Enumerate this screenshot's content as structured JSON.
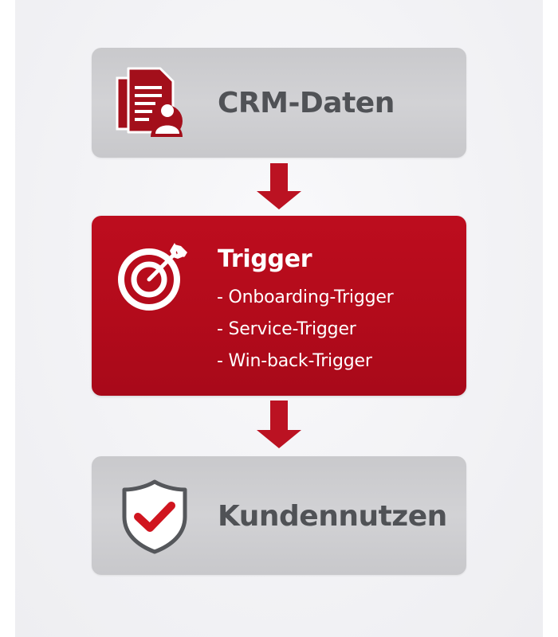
{
  "colors": {
    "accent_red": "#b30b1b",
    "grey_box": "#cdcdd0",
    "grey_text": "#505256",
    "white": "#ffffff"
  },
  "flow": {
    "step1": {
      "icon": "crm-document-user-icon",
      "title": "CRM-Daten"
    },
    "arrow1": {
      "icon": "arrow-down-icon"
    },
    "step2": {
      "icon": "target-dart-icon",
      "title": "Trigger",
      "items": [
        "- Onboarding-Trigger",
        "- Service-Trigger",
        "- Win-back-Trigger"
      ]
    },
    "arrow2": {
      "icon": "arrow-down-icon"
    },
    "step3": {
      "icon": "shield-check-icon",
      "title": "Kundennutzen"
    }
  }
}
